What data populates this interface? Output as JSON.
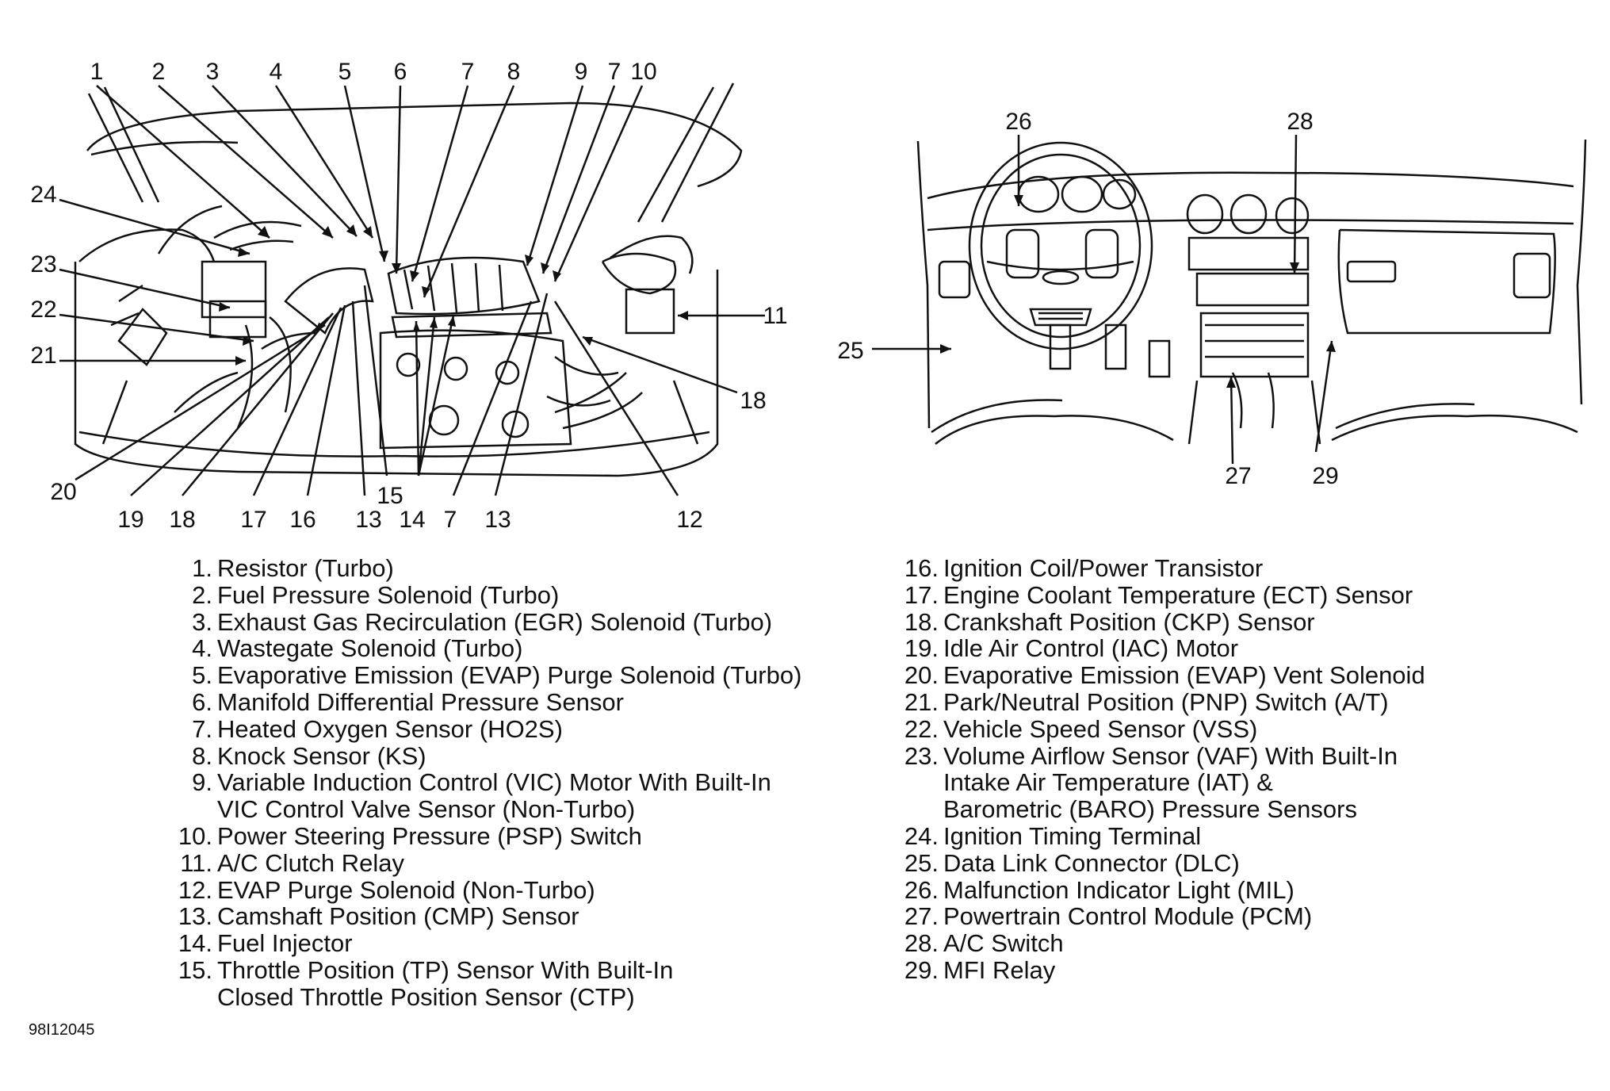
{
  "figure_id": "98I12045",
  "engine_callouts": [
    "1",
    "2",
    "3",
    "4",
    "5",
    "6",
    "7",
    "8",
    "9",
    "7",
    "10",
    "24",
    "23",
    "22",
    "21",
    "11",
    "18",
    "20",
    "19",
    "18",
    "17",
    "16",
    "13",
    "15",
    "14",
    "7",
    "13",
    "12"
  ],
  "dash_callouts": [
    "26",
    "28",
    "25",
    "27",
    "29"
  ],
  "legend_left": [
    {
      "num": "1.",
      "text": "Resistor (Turbo)"
    },
    {
      "num": "2.",
      "text": "Fuel Pressure Solenoid (Turbo)"
    },
    {
      "num": "3.",
      "text": "Exhaust Gas Recirculation (EGR) Solenoid (Turbo)"
    },
    {
      "num": "4.",
      "text": "Wastegate Solenoid (Turbo)"
    },
    {
      "num": "5.",
      "text": "Evaporative Emission (EVAP) Purge Solenoid (Turbo)"
    },
    {
      "num": "6.",
      "text": "Manifold Differential Pressure Sensor"
    },
    {
      "num": "7.",
      "text": "Heated Oxygen Sensor (HO2S)"
    },
    {
      "num": "8.",
      "text": "Knock Sensor (KS)"
    },
    {
      "num": "9.",
      "text": "Variable Induction Control (VIC) Motor With Built-In",
      "cont": "VIC Control Valve Sensor (Non-Turbo)"
    },
    {
      "num": "10.",
      "text": "Power Steering Pressure (PSP) Switch"
    },
    {
      "num": "11.",
      "text": "A/C Clutch Relay"
    },
    {
      "num": "12.",
      "text": "EVAP Purge Solenoid (Non-Turbo)"
    },
    {
      "num": "13.",
      "text": "Camshaft Position (CMP) Sensor"
    },
    {
      "num": "14.",
      "text": "Fuel Injector"
    },
    {
      "num": "15.",
      "text": "Throttle Position (TP) Sensor With Built-In",
      "cont": "Closed Throttle Position Sensor (CTP)"
    }
  ],
  "legend_right": [
    {
      "num": "16.",
      "text": "Ignition Coil/Power Transistor"
    },
    {
      "num": "17.",
      "text": "Engine Coolant Temperature (ECT) Sensor"
    },
    {
      "num": "18.",
      "text": "Crankshaft Position (CKP) Sensor"
    },
    {
      "num": "19.",
      "text": "Idle Air Control (IAC) Motor"
    },
    {
      "num": "20.",
      "text": "Evaporative Emission (EVAP) Vent Solenoid"
    },
    {
      "num": "21.",
      "text": "Park/Neutral Position (PNP) Switch (A/T)"
    },
    {
      "num": "22.",
      "text": "Vehicle Speed Sensor (VSS)"
    },
    {
      "num": "23.",
      "text": "Volume Airflow Sensor (VAF) With Built-In",
      "cont": "Intake Air Temperature (IAT) &",
      "cont2": "Barometric (BARO) Pressure Sensors"
    },
    {
      "num": "24.",
      "text": "Ignition Timing Terminal"
    },
    {
      "num": "25.",
      "text": "Data Link Connector (DLC)"
    },
    {
      "num": "26.",
      "text": "Malfunction Indicator Light (MIL)"
    },
    {
      "num": "27.",
      "text": "Powertrain Control Module (PCM)"
    },
    {
      "num": "28.",
      "text": "A/C Switch"
    },
    {
      "num": "29.",
      "text": "MFI Relay"
    }
  ]
}
